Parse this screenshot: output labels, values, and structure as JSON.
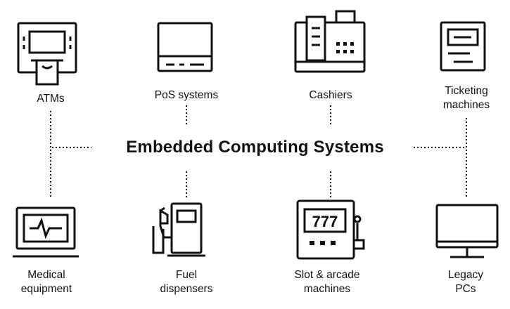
{
  "title": "Embedded Computing Systems",
  "nodes": {
    "atms": {
      "line1": "ATMs",
      "line2": "",
      "icon": "atm-icon"
    },
    "pos": {
      "line1": "PoS systems",
      "line2": "",
      "icon": "pos-terminal-icon"
    },
    "cashiers": {
      "line1": "Cashiers",
      "line2": "",
      "icon": "cash-register-icon"
    },
    "ticketing": {
      "line1": "Ticketing",
      "line2": "machines",
      "icon": "ticket-machine-icon"
    },
    "medical": {
      "line1": "Medical",
      "line2": "equipment",
      "icon": "medical-monitor-icon"
    },
    "fuel": {
      "line1": "Fuel",
      "line2": "dispensers",
      "icon": "fuel-pump-icon"
    },
    "slot": {
      "line1": "Slot & arcade",
      "line2": "machines",
      "icon": "slot-machine-icon",
      "reels": "777"
    },
    "legacy": {
      "line1": "Legacy",
      "line2": "PCs",
      "icon": "desktop-monitor-icon"
    }
  }
}
